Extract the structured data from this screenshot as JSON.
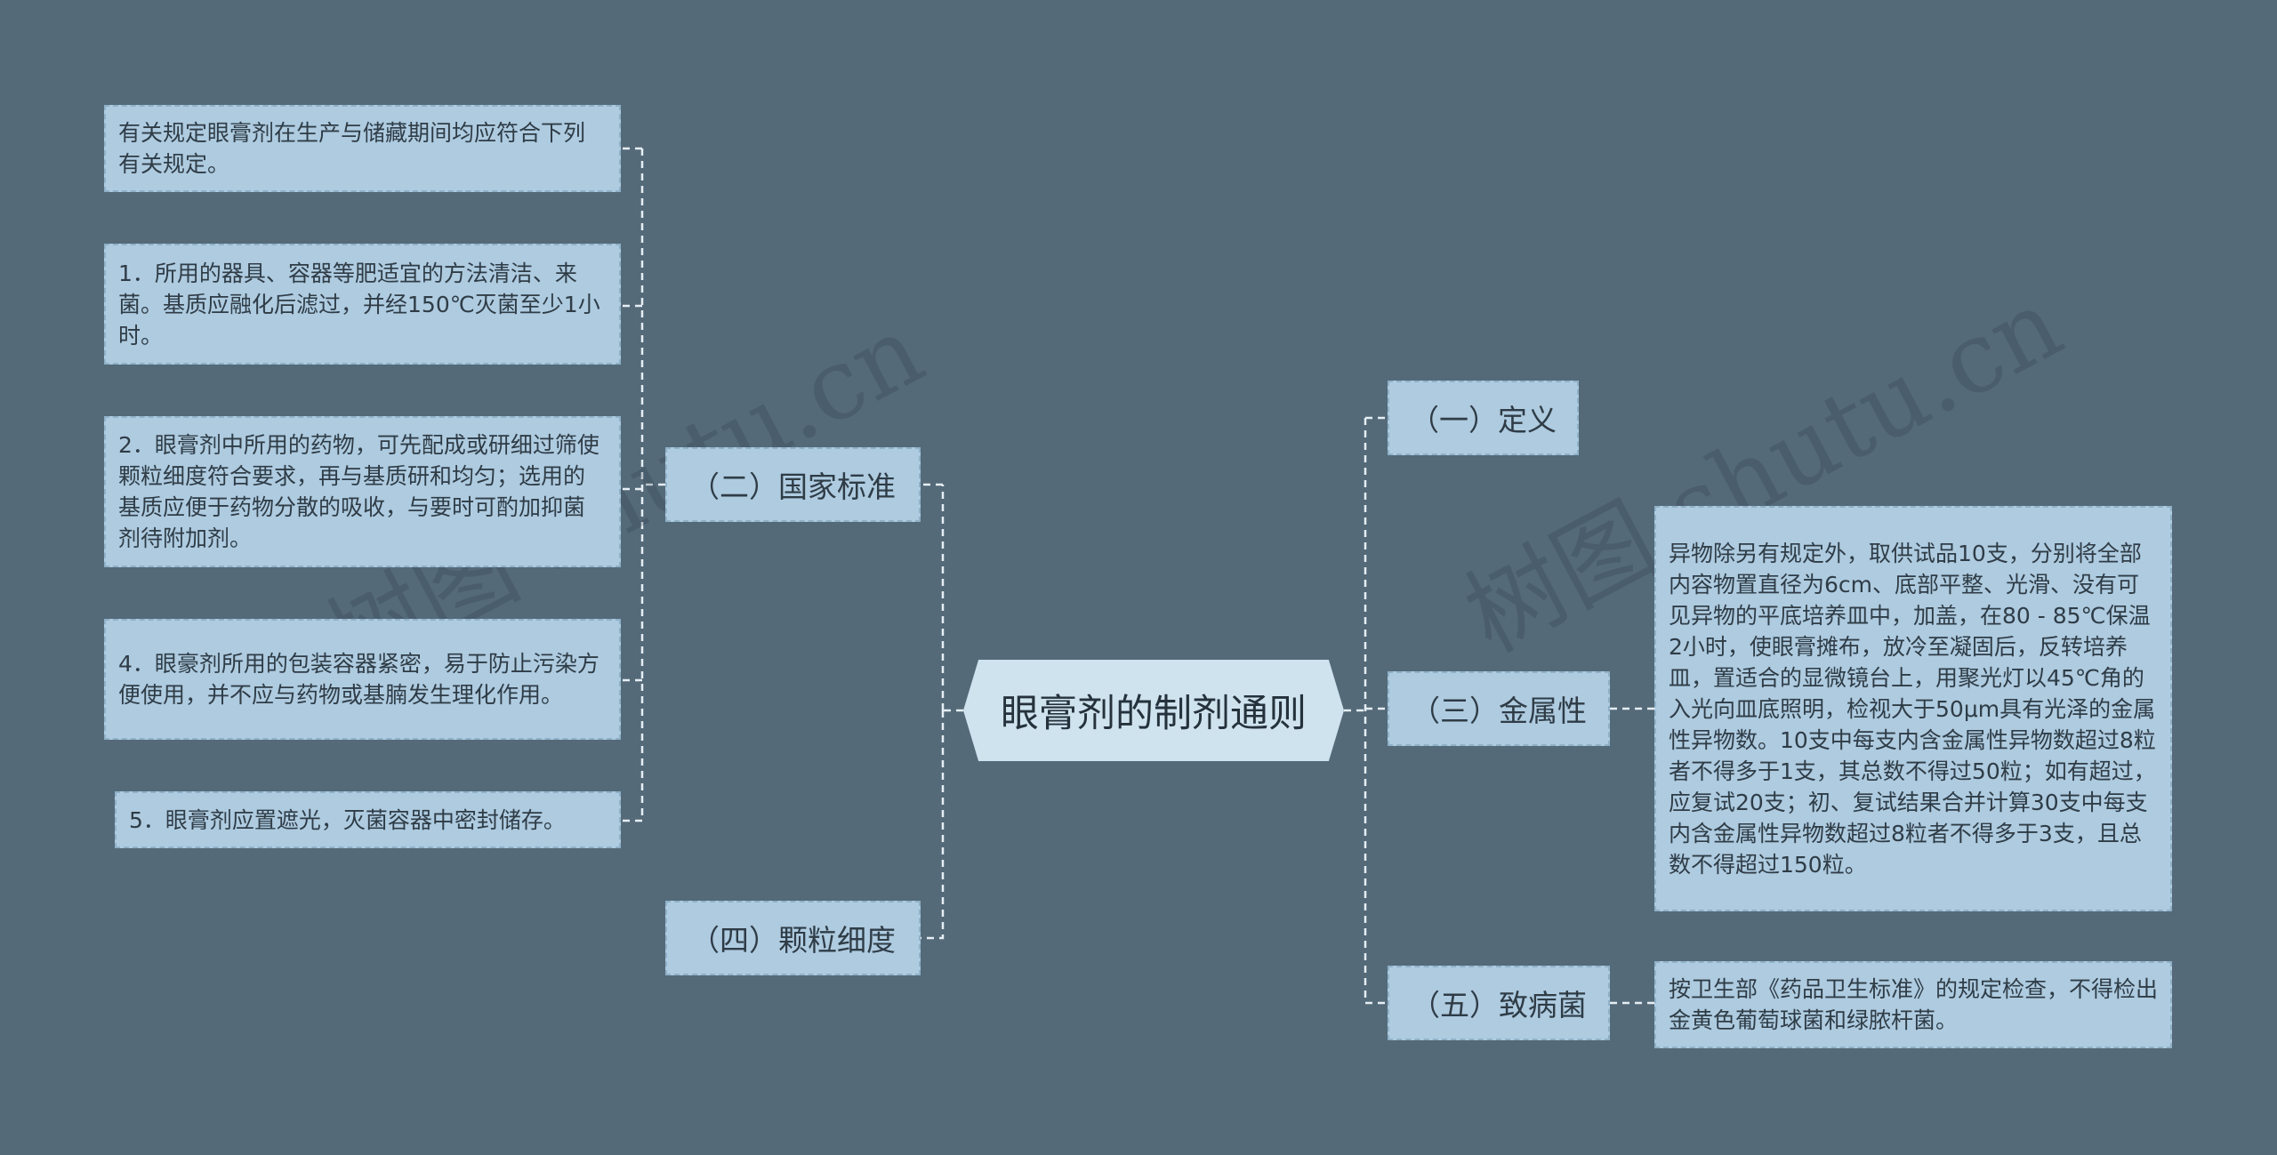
{
  "root": {
    "label": "眼膏剂的制剂通则"
  },
  "branches": {
    "national_standard": {
      "label": "（二）国家标准"
    },
    "particle_size": {
      "label": "（四）颗粒细度"
    },
    "definition": {
      "label": "（一）定义"
    },
    "metallic": {
      "label": "（三）金属性"
    },
    "pathogen": {
      "label": "（五）致病菌"
    }
  },
  "leaves": {
    "standard_intro": "有关规定眼膏剂在生产与储藏期间均应符合下列有关规定。",
    "standard_1": "1．所用的器具、容器等肥适宜的方法清洁、来菌。基质应融化后滤过，并经150℃灭菌至少1小时。",
    "standard_2": "2．眼膏剂中所用的药物，可先配成或研细过筛使颗粒细度符合要求，再与基质研和均匀；选用的基质应便于药物分散的吸收，与要时可酌加抑菌剂待附加剂。",
    "standard_4": "4．眼豪剂所用的包装容器紧密，易于防止污染方便使用，并不应与药物或基腩发生理化作用。",
    "standard_5": "5．眼膏剂应置遮光，灭菌容器中密封储存。",
    "metallic_detail": "异物除另有规定外，取供试品10支，分别将全部内容物置直径为6cm、底部平整、光滑、没有可见异物的平底培养皿中，加盖，在80 - 85℃保温2小时，使眼膏摊布，放冷至凝固后，反转培养皿，置适合的显微镜台上，用聚光灯以45℃角的入光向皿底照明，检视大于50μm具有光泽的金属性异物数。10支中每支内含金属性异物数超过8粒者不得多于1支，其总数不得过50粒；如有超过，应复试20支；初、复试结果合并计算30支中每支内含金属性异物数超过8粒者不得多于3支，且总数不得超过150粒。",
    "pathogen_detail": "按卫生部《药品卫生标准》的规定检查，不得检出金黄色葡萄球菌和绿脓杆菌。"
  },
  "watermarks": [
    "树图 shutu.cn",
    "树图 shutu.cn"
  ],
  "colors": {
    "background": "#546a79",
    "node_fill": "#aecbe0",
    "node_border": "#8fb1c8",
    "root_fill": "#cfe3ef",
    "connector": "#e6eef4"
  }
}
